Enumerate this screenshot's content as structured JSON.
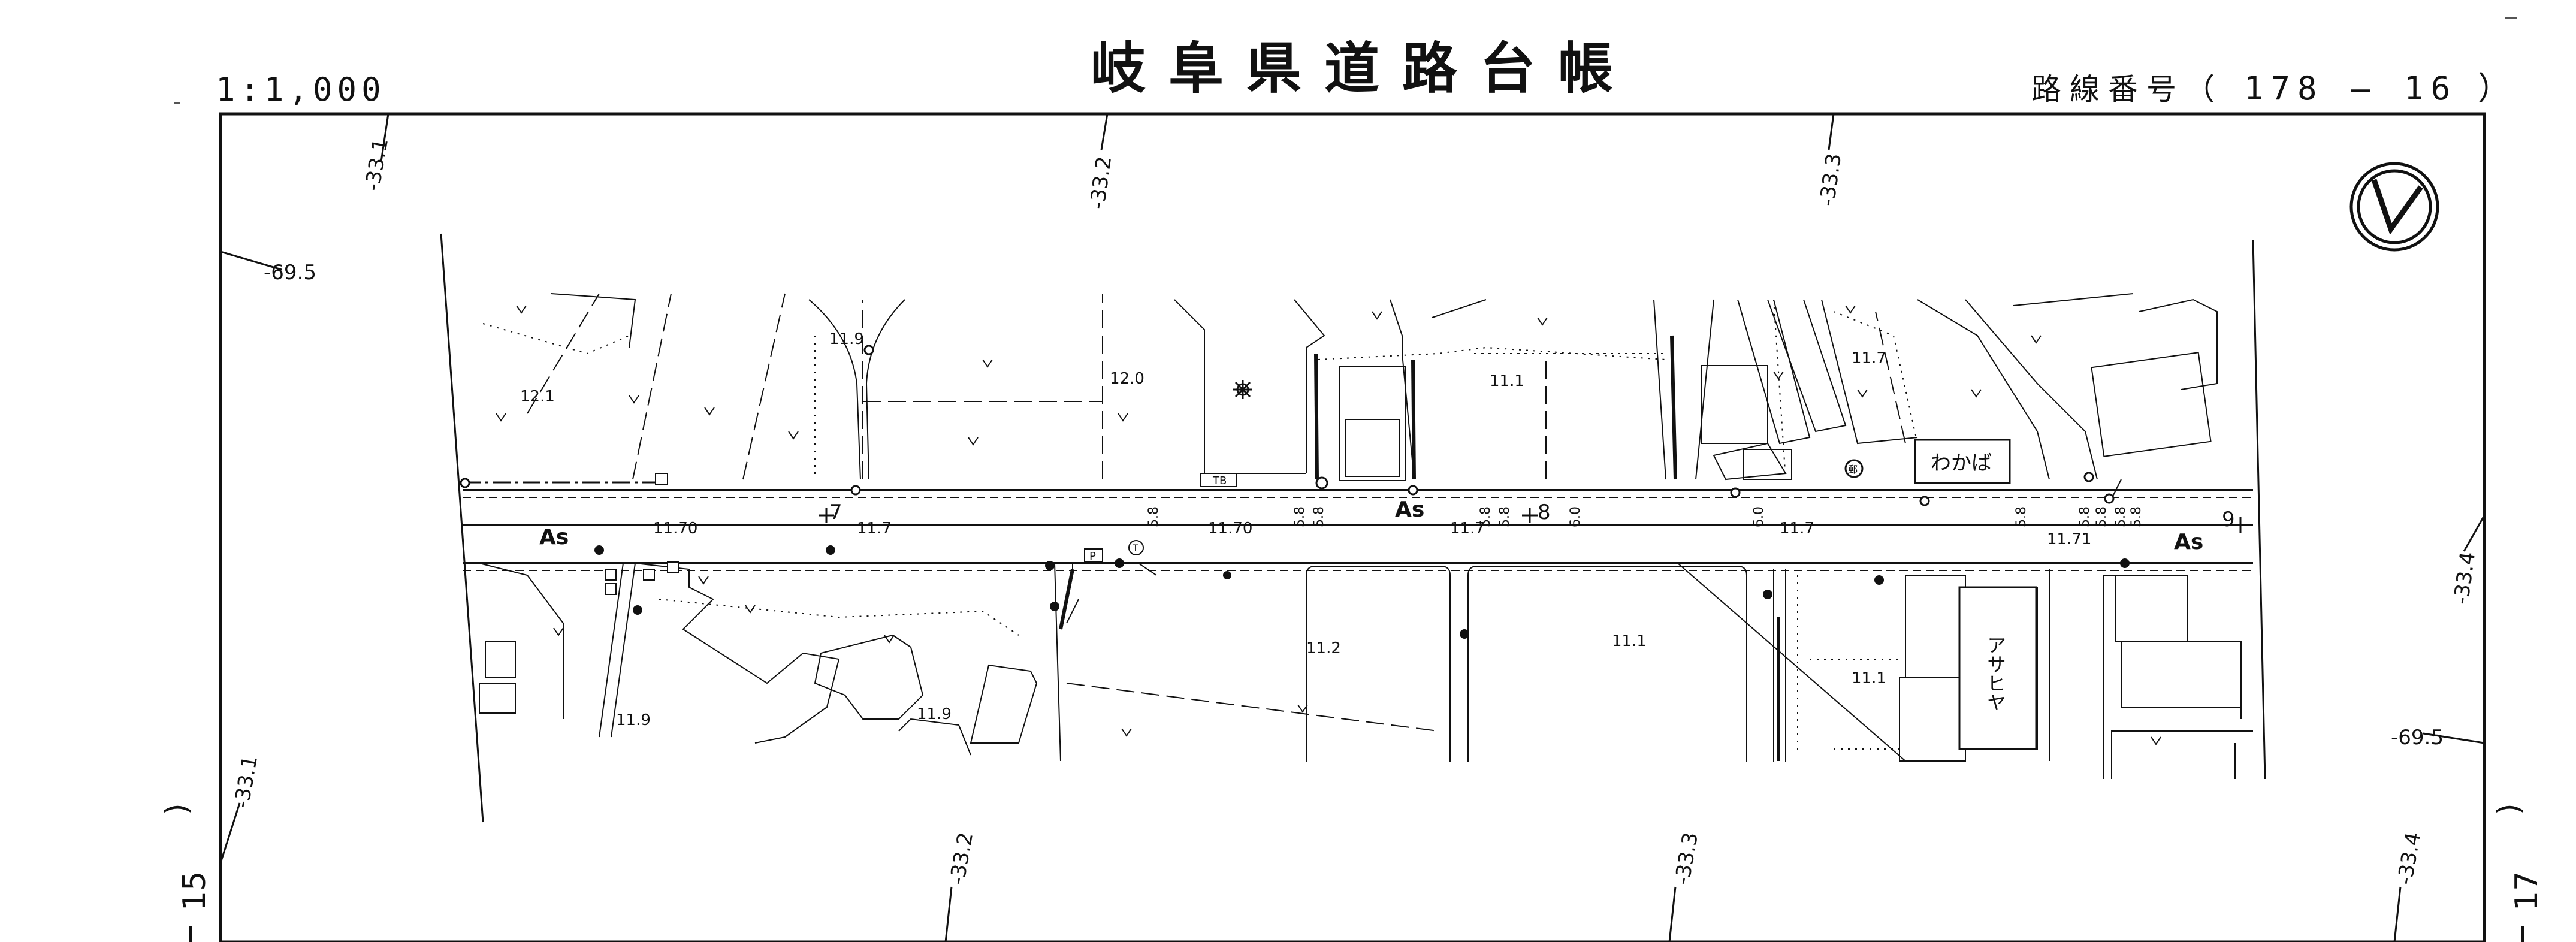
{
  "header": {
    "scale": "1:1,000",
    "title": "岐阜県道路台帳",
    "route_label": "路線番号（",
    "route_number": "178 — 16",
    "route_close": "）"
  },
  "grid": {
    "top": [
      "-33.1",
      "-33.2",
      "-33.3"
    ],
    "bottom": [
      "-33.1",
      "-33.2",
      "-33.3",
      "-33.4"
    ],
    "left": [
      "-69.5"
    ],
    "right": [
      "-33.4",
      "-69.5"
    ]
  },
  "sheets": {
    "prev": "15",
    "next": "17",
    "prev_paren": ")",
    "next_paren": ")"
  },
  "road": {
    "surface_labels": [
      "As",
      "As",
      "As"
    ],
    "stations": [
      "7",
      "8",
      "9"
    ]
  },
  "elevations": [
    "12.1",
    "11.9",
    "12.0",
    "11.1",
    "11.7",
    "11.70",
    "11.7",
    "11.70",
    "11.7",
    "11.7",
    "11.71",
    "11.2",
    "11.1",
    "11.1",
    "11.9",
    "11.9"
  ],
  "widths": [
    "5.8",
    "5.8",
    "5.8",
    "5.8",
    "5.8",
    "6.0",
    "6.0",
    "5.8",
    "5.8",
    "5.8",
    "5.8",
    "5.8"
  ],
  "buildings": {
    "wakaba": "わかば",
    "asahiya": "アサヒヤ"
  },
  "marks": {
    "tb": "TB",
    "p": "P",
    "t": "T",
    "circled_symbol": "郵"
  },
  "north_arrow": "north-arrow-icon"
}
